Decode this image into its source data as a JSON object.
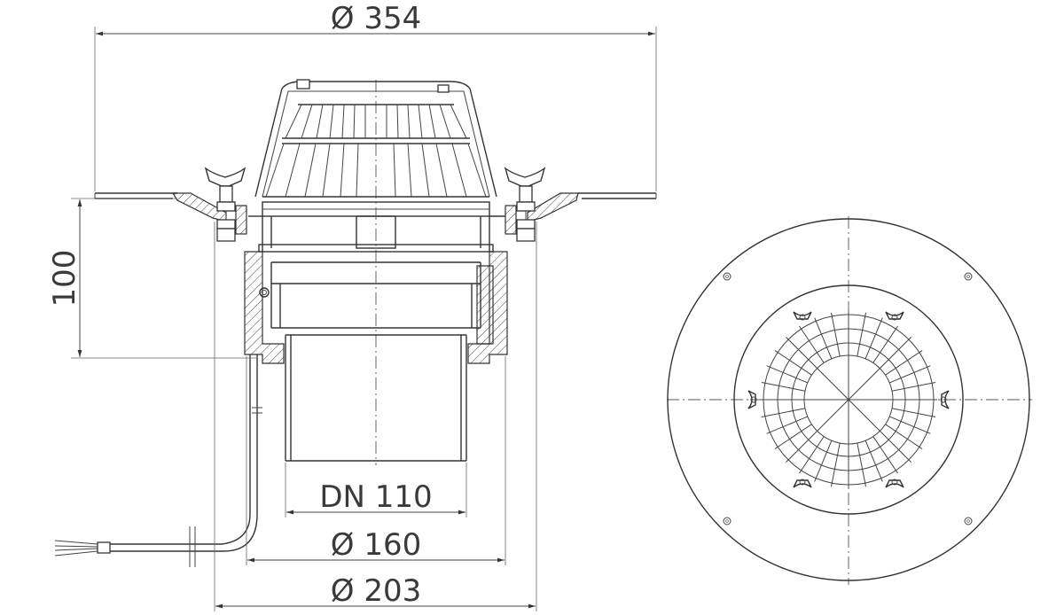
{
  "dimensions": {
    "overall_diameter": "Ø 354",
    "height": "100",
    "pipe_size": "DN 110",
    "outlet_diameter": "Ø 160",
    "body_diameter": "Ø 203"
  },
  "colors": {
    "line": "#333333",
    "background": "#ffffff"
  }
}
